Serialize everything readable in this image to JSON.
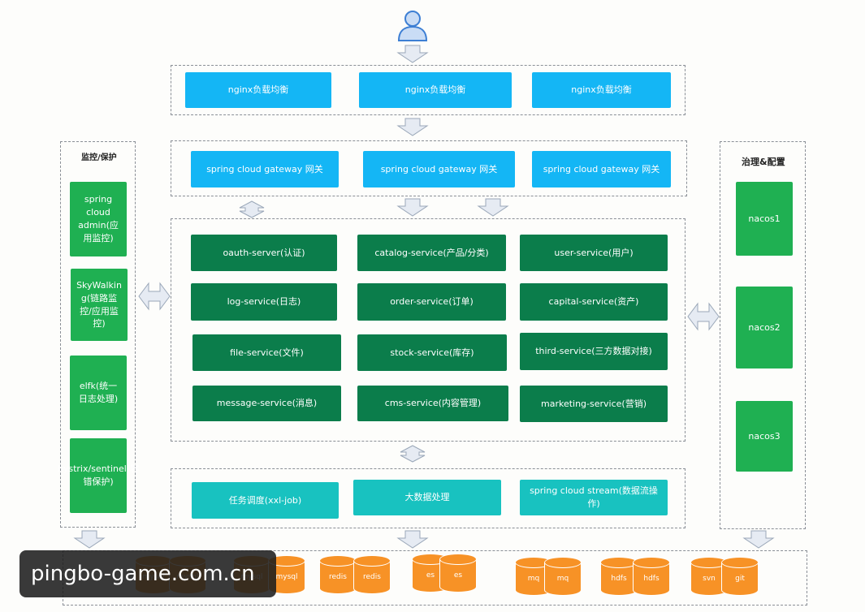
{
  "load_balancers": [
    "nginx负载均衡",
    "nginx负载均衡",
    "nginx负载均衡"
  ],
  "gateways": [
    "spring cloud gateway 网关",
    "spring cloud gateway 网关",
    "spring cloud gateway 网关"
  ],
  "services": [
    "oauth-server(认证)",
    "catalog-service(产品/分类)",
    "user-service(用户)",
    "log-service(日志)",
    "order-service(订单)",
    "capital-service(资产)",
    "file-service(文件)",
    "stock-service(库存)",
    "third-service(三方数据对接)",
    "message-service(消息)",
    "cms-service(内容管理)",
    "marketing-service(营销)"
  ],
  "monitoring": {
    "title": "监控/保护",
    "items": [
      "spring cloud admin(应用监控)",
      "SkyWalking(链路监控/应用监控)",
      "elfk(统一日志处理)",
      "hystrix/sentinel(容错保护)"
    ]
  },
  "governance": {
    "title": "治理&配置",
    "items": [
      "nacos1",
      "nacos2",
      "nacos3"
    ]
  },
  "support": [
    "任务调度(xxl-job)",
    "大数据处理",
    "spring cloud stream(数据流操作)"
  ],
  "storage": [
    "mysql",
    "mysql",
    "mysql",
    "mysql",
    "redis",
    "redis",
    "es",
    "es",
    "mq",
    "mq",
    "hdfs",
    "hdfs",
    "svn",
    "git"
  ],
  "watermark": "pingbo-game.com.cn",
  "colors": {
    "blue": "#14b6f5",
    "dark_green": "#0b7d4b",
    "green": "#1fb052",
    "teal": "#18c2c0",
    "orange": "#f79226"
  },
  "icons": [
    "user-icon",
    "down-arrow-icon",
    "double-arrow-icon"
  ]
}
